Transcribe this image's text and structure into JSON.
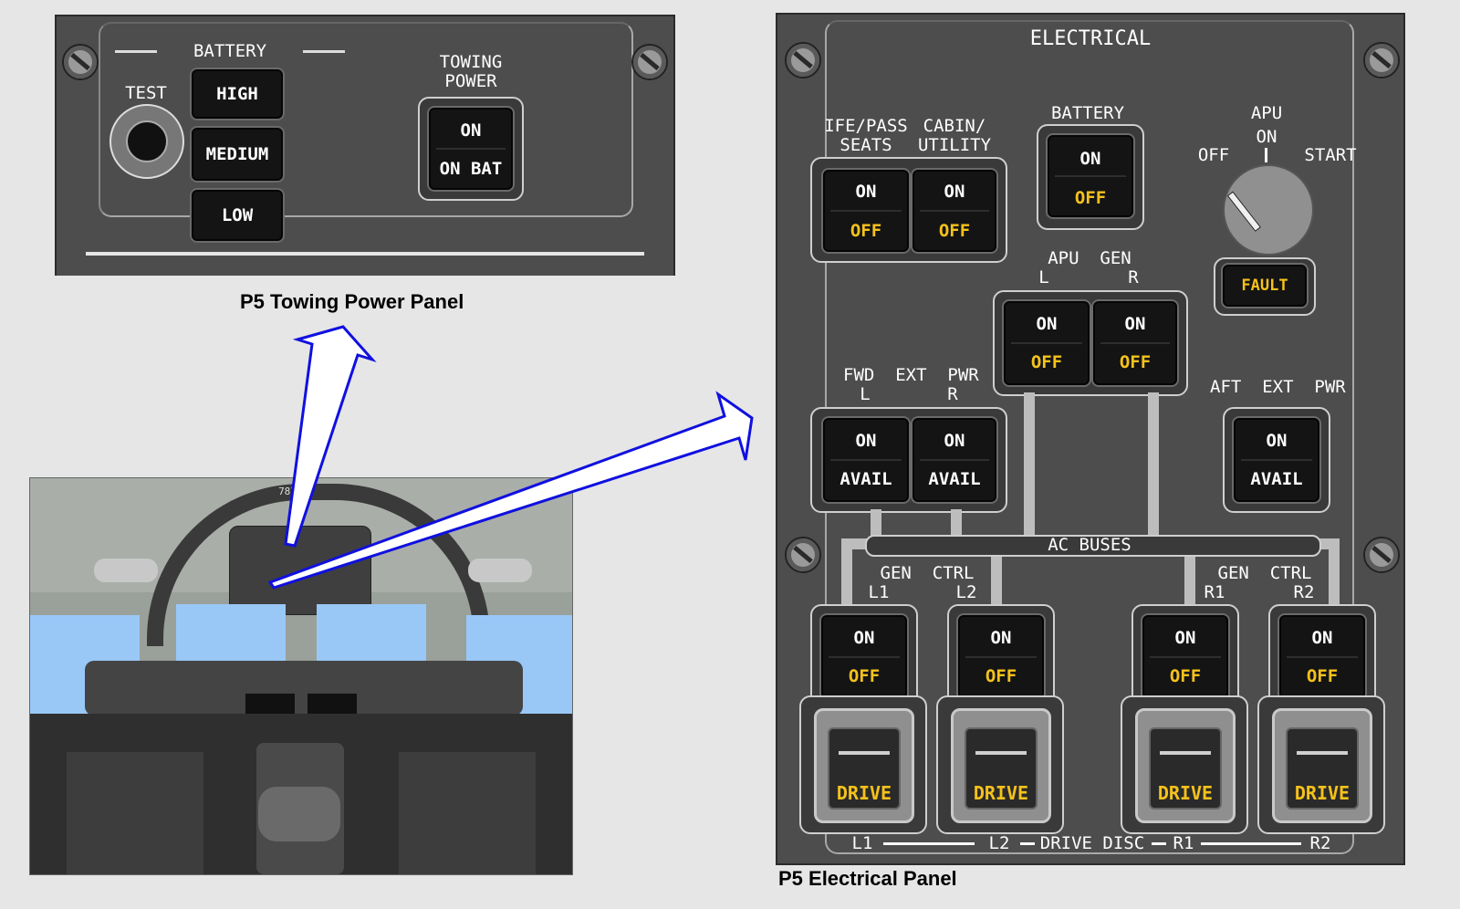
{
  "towing_panel": {
    "battery_title": "BATTERY",
    "test_label": "TEST",
    "high": "HIGH",
    "medium": "MEDIUM",
    "low": "LOW",
    "towing_power_label": "TOWING\nPOWER",
    "on": "ON",
    "on_bat": "ON BAT",
    "caption": "P5 Towing Power Panel"
  },
  "electrical_panel": {
    "title": "ELECTRICAL",
    "ife_label": "IFE/PASS\nSEATS",
    "cabin_label": "CABIN/\nUTILITY",
    "battery_label": "BATTERY",
    "apu_label": "APU",
    "apu_on": "ON",
    "apu_off": "OFF",
    "apu_start": "START",
    "fault": "FAULT",
    "apu_gen_label": "APU  GEN",
    "l": "L",
    "r": "R",
    "fwd_ext_pwr_label": "FWD  EXT  PWR",
    "aft_ext_pwr_label": "AFT  EXT  PWR",
    "on": "ON",
    "off": "OFF",
    "avail": "AVAIL",
    "ac_buses": "AC BUSES",
    "gen_ctrl": "GEN  CTRL",
    "l1": "L1",
    "l2": "L2",
    "r1": "R1",
    "r2": "R2",
    "drive": "DRIVE",
    "drive_disc": "DRIVE DISC",
    "caption": "P5 Electrical Panel"
  },
  "cockpit": {
    "brand": "787"
  },
  "colors": {
    "panel": "#4d4d4d",
    "amber": "#f5c21b",
    "arrow": "#1010e0"
  }
}
